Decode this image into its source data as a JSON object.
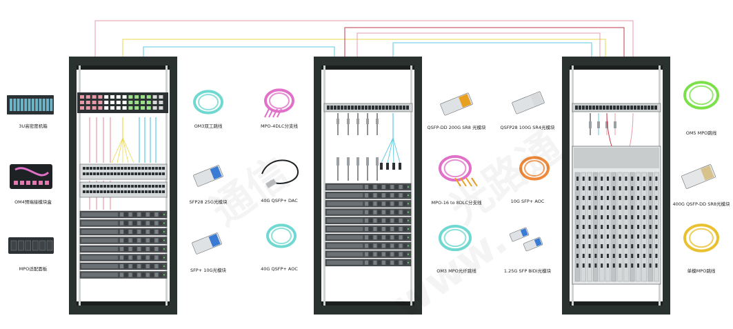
{
  "colors": {
    "rack_frame": "#2a3230",
    "cable_pink": "#e89aa8",
    "cable_yellow": "#e8d84a",
    "cable_cyan": "#5ec8e0",
    "cable_red": "#c23a4a",
    "om4_aqua": "#6fd8d0",
    "om3_aqua": "#6fd8d0",
    "om5_green": "#7ce04a",
    "mpo_magenta": "#e070c8",
    "smf_yellow": "#e8c030",
    "aoc_orange": "#f08a3a"
  },
  "components": {
    "c1": "3U高密度机箱",
    "c2": "OM4预端接模块盒",
    "c3": "MPO适配面板",
    "c4": "OM3双工跳线",
    "c5": "MPO-4DLC分支线",
    "c6": "SFP28 25G光模块",
    "c7": "40G QSFP+ DAC",
    "c8": "SFP+ 10G光模块",
    "c9": "40G QSFP+ AOC",
    "c10": "QSFP-DD 200G SR8 光模块",
    "c11": "QSFP28 100G SR4光模块",
    "c12": "MPO-16 to 8DLC分支线",
    "c13": "10G SFP+ AOC",
    "c14": "OM3 MPO光纤跳线",
    "c15": "1.25G SFP BIDI光模块",
    "c16": "OM5 MPO跳线",
    "c17": "400G QSFP-DD SR8光模块",
    "c18": "单模MPO跳线"
  },
  "watermark": {
    "left": "通信",
    "center": "www.",
    "right": "光路通"
  }
}
